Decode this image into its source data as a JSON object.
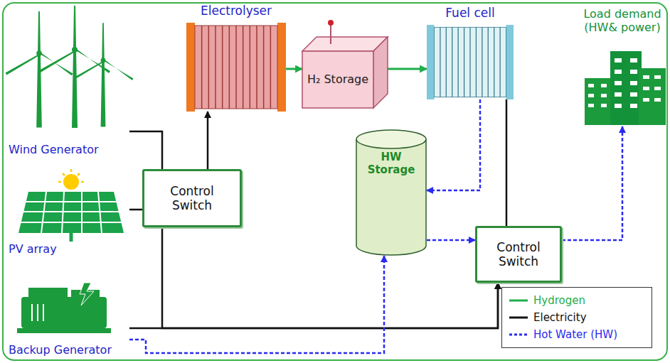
{
  "diagram": {
    "nodes": [
      {
        "text": [
          "Wind Generator"
        ]
      },
      {
        "text": [
          "PV array"
        ]
      },
      {
        "text": [
          "Backup Generator"
        ]
      },
      {
        "text": [
          "Electrolyser"
        ]
      },
      {
        "text": [
          "Control Switch"
        ]
      },
      {
        "text": [
          "H₂ Storage"
        ]
      },
      {
        "text": [
          "Fuel cell"
        ]
      },
      {
        "text": [
          "HW Storage"
        ]
      },
      {
        "text": [
          "Control Switch"
        ]
      },
      {
        "text": [
          "Load demand (HW& power)"
        ]
      }
    ],
    "edges": [
      {
        "from": 0,
        "to": 8,
        "arrow": "to"
      },
      {
        "from": 1,
        "to": 4,
        "arrow": "none"
      },
      {
        "from": 2,
        "to": 8,
        "arrow": "to"
      },
      {
        "from": 4,
        "to": 3,
        "arrow": "to"
      },
      {
        "from": 3,
        "to": 5,
        "arrow": "to"
      },
      {
        "from": 5,
        "to": 6,
        "arrow": "to"
      },
      {
        "from": 6,
        "to": 8,
        "arrow": "none"
      },
      {
        "from": 6,
        "to": 7,
        "arrow": "to"
      },
      {
        "from": 7,
        "to": 8,
        "arrow": "to"
      },
      {
        "from": 2,
        "to": 7,
        "arrow": "to"
      },
      {
        "from": 8,
        "to": 9,
        "arrow": "to"
      }
    ],
    "legend": [
      {
        "text": "Hydrogen"
      },
      {
        "text": "Electricity"
      },
      {
        "text": "Hot Water (HW)"
      }
    ]
  }
}
